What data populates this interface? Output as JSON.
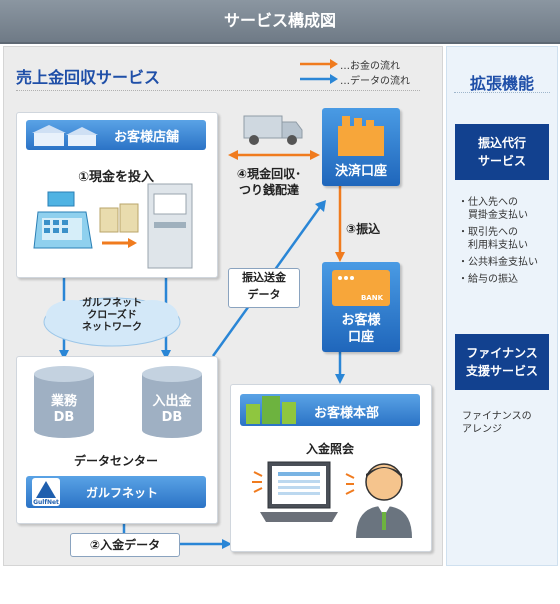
{
  "header": {
    "title": "サービス構成図"
  },
  "main": {
    "title": "売上金回収サービス",
    "legend": {
      "money": "…お金の流れ",
      "data": "…データの流れ"
    },
    "store": {
      "label": "お客様店舗",
      "step1": "①現金を投入"
    },
    "network": {
      "line1": "ガルフネット",
      "line2": "クローズド",
      "line3": "ネットワーク"
    },
    "datacenter": {
      "db1_l1": "業務",
      "db1_l2": "DB",
      "db2_l1": "入出金",
      "db2_l2": "DB",
      "caption": "データセンター",
      "brand": "ガルフネット",
      "logo": "GulfNet"
    },
    "step2": "②入金データ",
    "transfer_data": {
      "line1": "振込送金",
      "line2": "データ"
    },
    "step3": "③振込",
    "step4": {
      "line1": "④現金回収･",
      "line2": "つり銭配達"
    },
    "settlement": "決済口座",
    "customer_account": {
      "line1": "お客様",
      "line2": "口座",
      "card_text": "BANK"
    },
    "hq": {
      "label": "お客様本部",
      "caption": "入金照会"
    }
  },
  "side": {
    "title": "拡張機能",
    "box1": {
      "line1": "振込代行",
      "line2": "サービス"
    },
    "list": [
      {
        "line1": "・仕入先への",
        "line2": "　買掛金支払い"
      },
      {
        "line1": "・取引先への",
        "line2": "　利用料支払い"
      },
      {
        "line1": "・公共料金支払い",
        "line2": ""
      },
      {
        "line1": "・給与の振込",
        "line2": ""
      }
    ],
    "box2": {
      "line1": "ファイナンス",
      "line2": "支援サービス"
    },
    "note": {
      "line1": "ファイナンスの",
      "line2": "アレンジ"
    }
  },
  "colors": {
    "money_flow": "#f07b1e",
    "data_flow": "#2a86d6",
    "accent_title": "#1f4fa8",
    "navy": "#12418f"
  }
}
